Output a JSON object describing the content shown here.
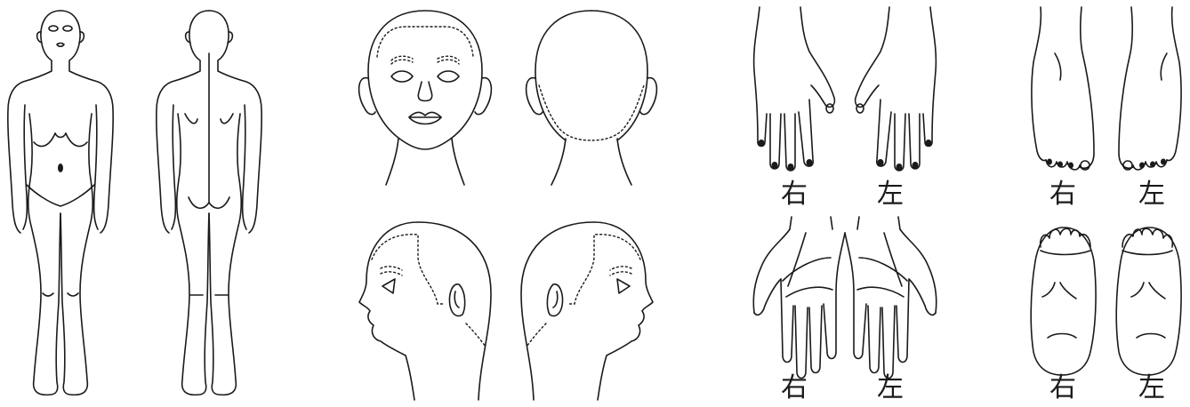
{
  "labels": {
    "hands_back": {
      "right": "右",
      "left": "左"
    },
    "hands_palm": {
      "right": "右",
      "left": "左"
    },
    "feet_top": {
      "right": "右",
      "left": "左"
    },
    "feet_sole": {
      "right": "右",
      "left": "左"
    }
  },
  "figures": [
    {
      "name": "body-front-figure",
      "icon": "body-front"
    },
    {
      "name": "body-back-figure",
      "icon": "body-back"
    },
    {
      "name": "head-front-figure",
      "icon": "head-front"
    },
    {
      "name": "head-back-figure",
      "icon": "head-back"
    },
    {
      "name": "head-left-profile-figure",
      "icon": "head-profile-left"
    },
    {
      "name": "head-right-profile-figure",
      "icon": "head-profile-right"
    },
    {
      "name": "hands-back-figure",
      "icon": "hands-dorsal"
    },
    {
      "name": "hands-palm-figure",
      "icon": "hands-palmar"
    },
    {
      "name": "feet-top-figure",
      "icon": "feet-dorsal"
    },
    {
      "name": "feet-sole-figure",
      "icon": "feet-plantar"
    }
  ],
  "colors": {
    "line": "#1a1a1a",
    "background": "#ffffff"
  }
}
